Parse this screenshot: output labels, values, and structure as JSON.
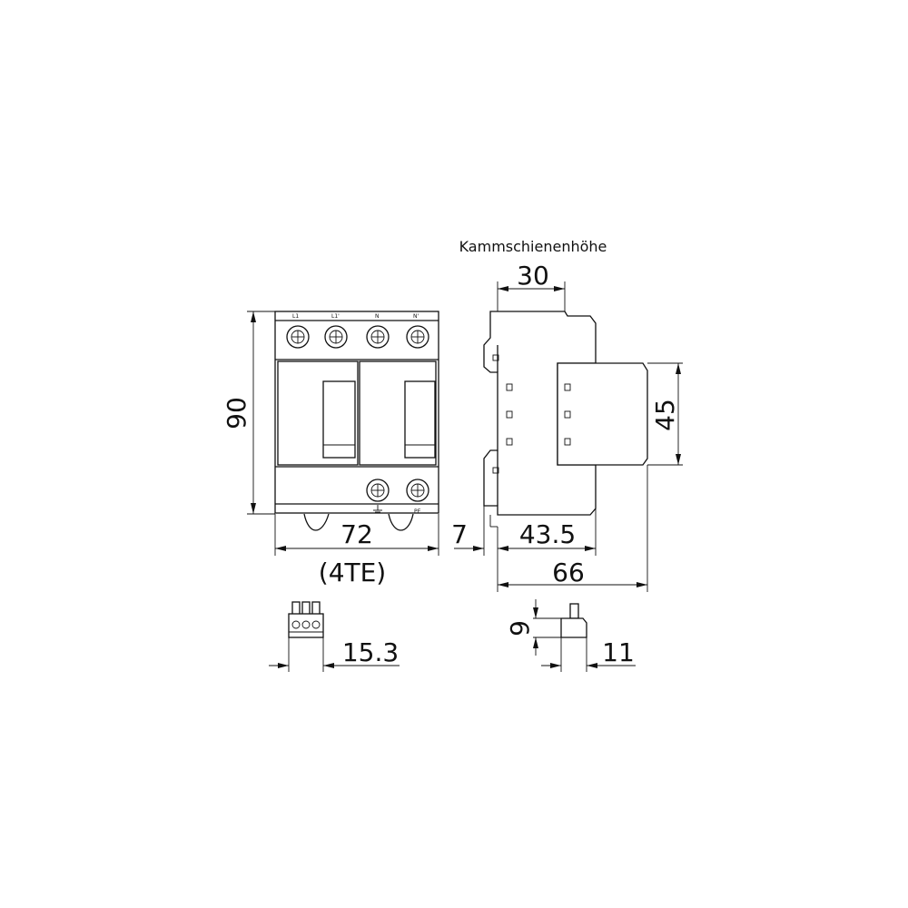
{
  "annotation": {
    "comb_busbar_height": "Kammschienenhöhe"
  },
  "dimensions": {
    "front_height": "90",
    "front_width": "72",
    "front_width_units": "(4TE)",
    "side_offset": "7",
    "side_depth_mid": "43.5",
    "side_depth_total": "66",
    "side_busbar": "30",
    "side_front_height": "45",
    "connector_width": "15.3",
    "connector_side_height": "9",
    "connector_side_width": "11"
  },
  "terminals": {
    "top": [
      "L1",
      "L1'",
      "N",
      "N'"
    ],
    "bottom": [
      "PE"
    ]
  }
}
